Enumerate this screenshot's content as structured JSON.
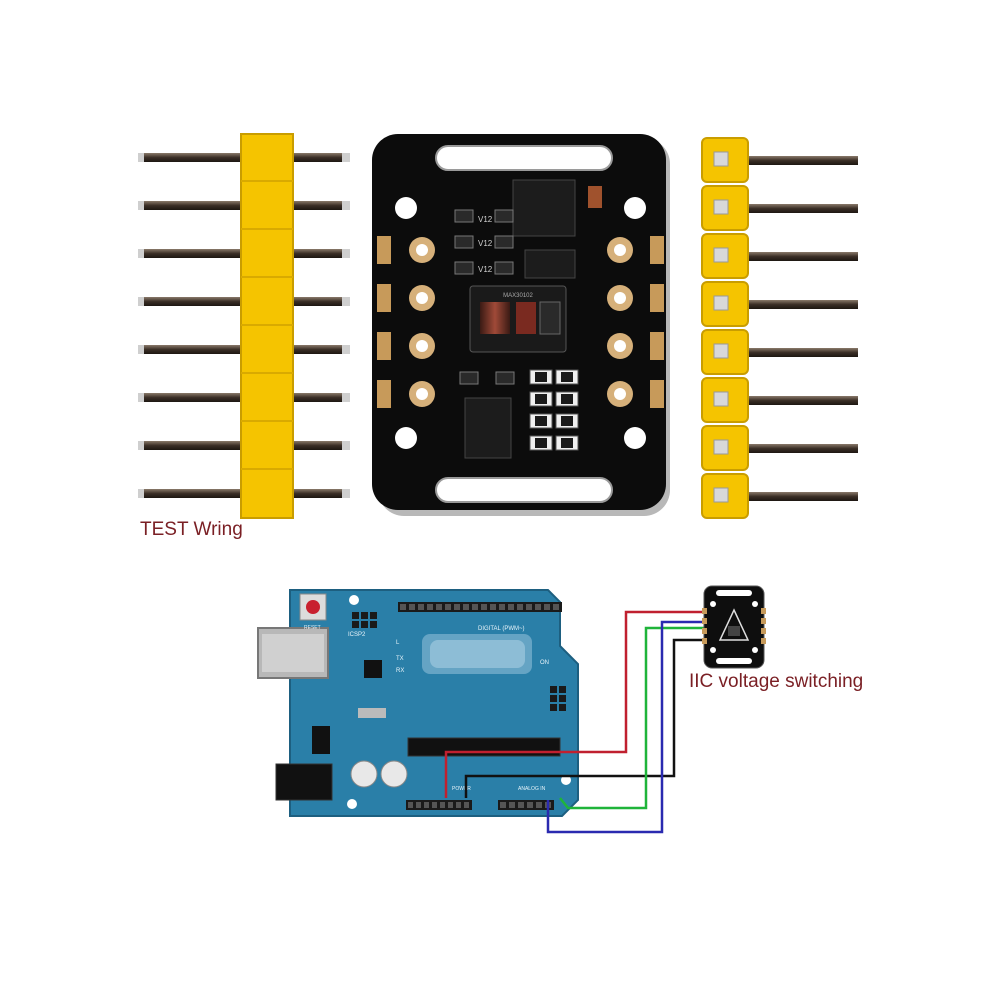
{
  "captions": {
    "test_wiring": "TEST Wring",
    "iic_voltage_switching": "IIC voltage switching"
  },
  "arduino": {
    "reset_label": "RESET",
    "icsp_label": "ICSP2",
    "digital_label": "DIGITAL (PWM~)",
    "power_label": "POWER",
    "analog_label": "ANALOG IN",
    "tx_label": "TX",
    "rx_label": "RX",
    "l_label": "L",
    "on_label": "ON"
  },
  "sensor_chip_label": "MAX30102",
  "module_silkscreen": [
    "V12",
    "V12",
    "V12"
  ],
  "header_pin_count": 8,
  "wire_colors": {
    "vin": "#c0202f",
    "gnd": "#111111",
    "sda": "#1fb43a",
    "scl": "#2a2ab0"
  },
  "colors": {
    "pin_header": "#f5c400",
    "pcb_black": "#0c0c0c",
    "arduino_blue": "#2a7fa8",
    "caption": "#7a1f24"
  }
}
